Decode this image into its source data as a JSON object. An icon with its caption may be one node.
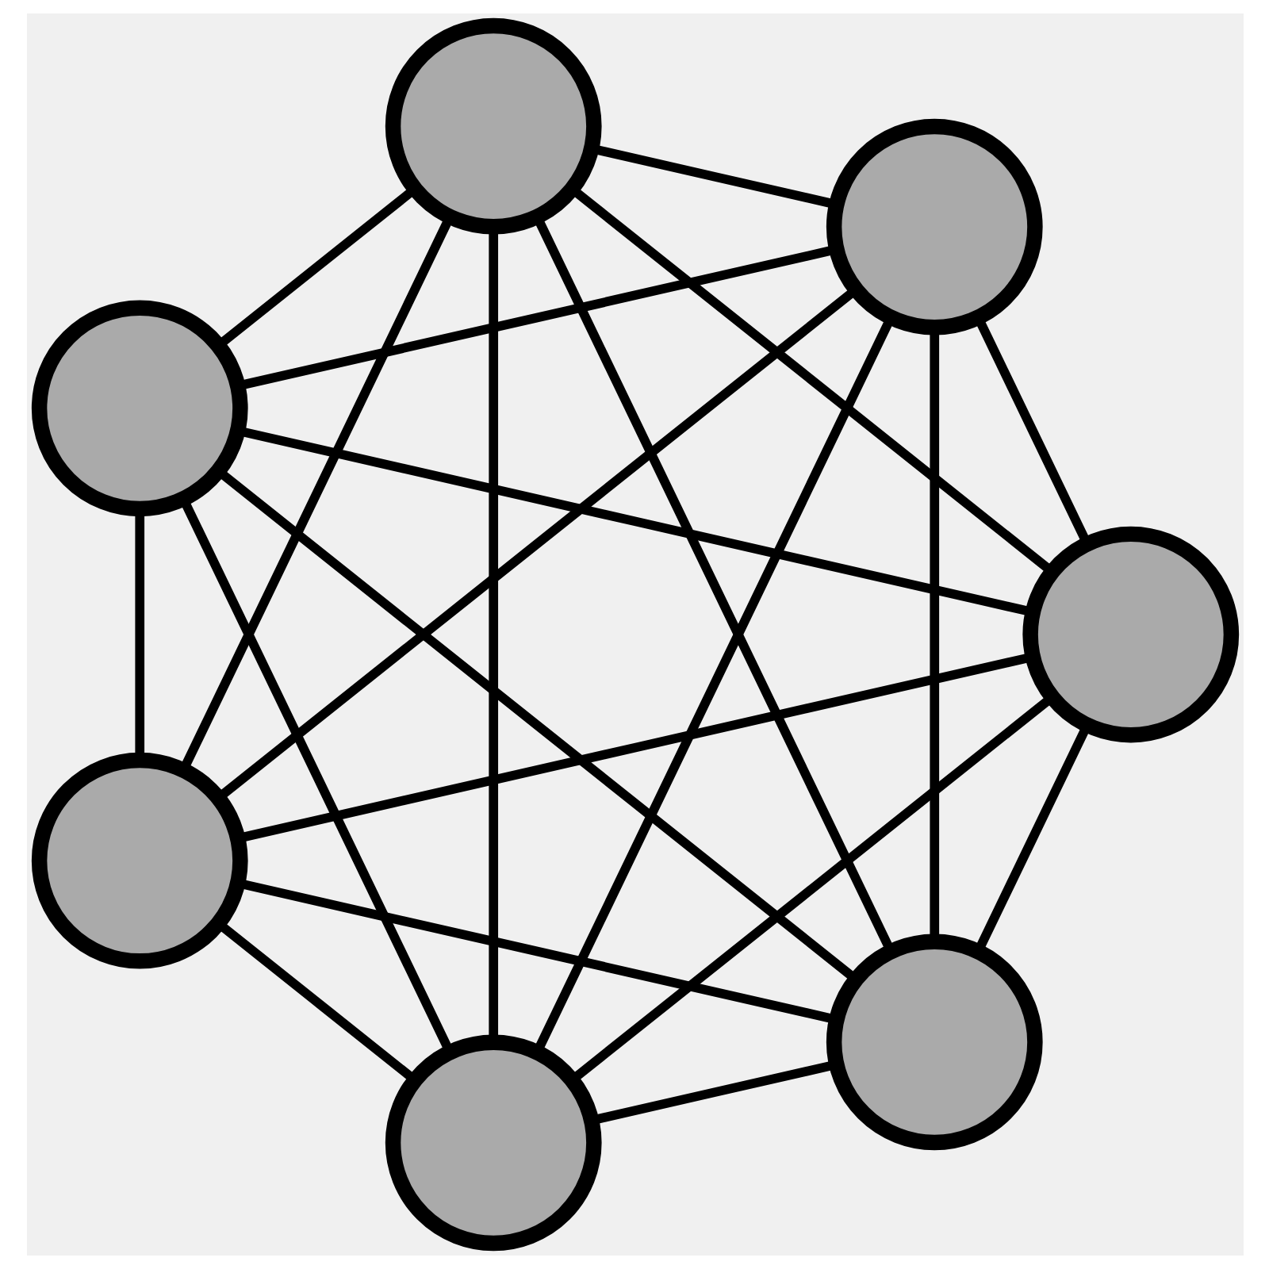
{
  "diagram": {
    "nodes": [
      {
        "text": [],
        "shape": "circle"
      },
      {
        "text": [],
        "shape": "circle"
      },
      {
        "text": [],
        "shape": "circle"
      },
      {
        "text": [],
        "shape": "circle"
      },
      {
        "text": [],
        "shape": "circle"
      },
      {
        "text": [],
        "shape": "circle"
      },
      {
        "text": [],
        "shape": "circle"
      }
    ],
    "edges": [
      {
        "from": 0,
        "to": 1,
        "arrow": "none"
      },
      {
        "from": 0,
        "to": 2,
        "arrow": "none"
      },
      {
        "from": 0,
        "to": 3,
        "arrow": "none"
      },
      {
        "from": 0,
        "to": 4,
        "arrow": "none"
      },
      {
        "from": 0,
        "to": 5,
        "arrow": "none"
      },
      {
        "from": 0,
        "to": 6,
        "arrow": "none"
      },
      {
        "from": 1,
        "to": 2,
        "arrow": "none"
      },
      {
        "from": 1,
        "to": 3,
        "arrow": "none"
      },
      {
        "from": 1,
        "to": 4,
        "arrow": "none"
      },
      {
        "from": 1,
        "to": 5,
        "arrow": "none"
      },
      {
        "from": 1,
        "to": 6,
        "arrow": "none"
      },
      {
        "from": 2,
        "to": 3,
        "arrow": "none"
      },
      {
        "from": 2,
        "to": 4,
        "arrow": "none"
      },
      {
        "from": 2,
        "to": 5,
        "arrow": "none"
      },
      {
        "from": 2,
        "to": 6,
        "arrow": "none"
      },
      {
        "from": 3,
        "to": 4,
        "arrow": "none"
      },
      {
        "from": 3,
        "to": 5,
        "arrow": "none"
      },
      {
        "from": 3,
        "to": 6,
        "arrow": "none"
      },
      {
        "from": 4,
        "to": 5,
        "arrow": "none"
      },
      {
        "from": 4,
        "to": 6,
        "arrow": "none"
      },
      {
        "from": 5,
        "to": 6,
        "arrow": "none"
      }
    ]
  }
}
